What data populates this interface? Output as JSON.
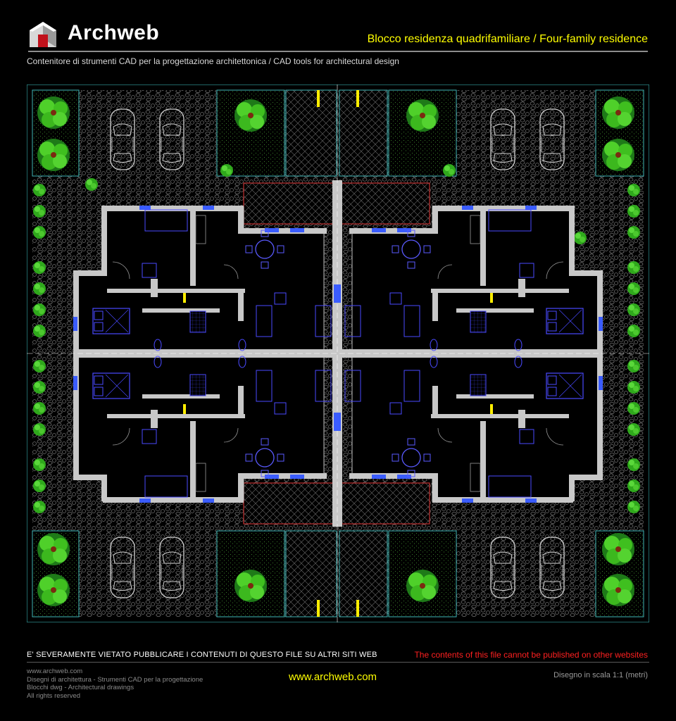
{
  "header": {
    "brand": "Archweb",
    "title": "Blocco residenza quadrifamiliare / Four-family residence",
    "subtitle": "Contenitore di strumenti CAD per la progettazione architettonica  /  CAD tools for architectural design",
    "logo_icon": "house-logo-icon"
  },
  "footer": {
    "warning_it": "E' SEVERAMENTE VIETATO PUBBLICARE I CONTENUTI DI QUESTO FILE SU ALTRI SITI WEB",
    "warning_en": "The contents of this file cannot be published on other websites",
    "info_lines": [
      "www.archweb.com",
      "Disegni di architettura - Strumenti CAD  per la progettazione",
      "Blocchi dwg - Architectural drawings",
      "All rights reserved"
    ],
    "website": "www.archweb.com",
    "scale": "Disegno in scala 1:1 (metri)"
  },
  "colors": {
    "accent_yellow": "#ffff00",
    "warning_red": "#ff2020",
    "wall_gray": "#bdbdbd",
    "plan_blue": "#4a4aff",
    "plan_cyan": "#3fb6b6",
    "tree_green": "#3fbf1f"
  }
}
